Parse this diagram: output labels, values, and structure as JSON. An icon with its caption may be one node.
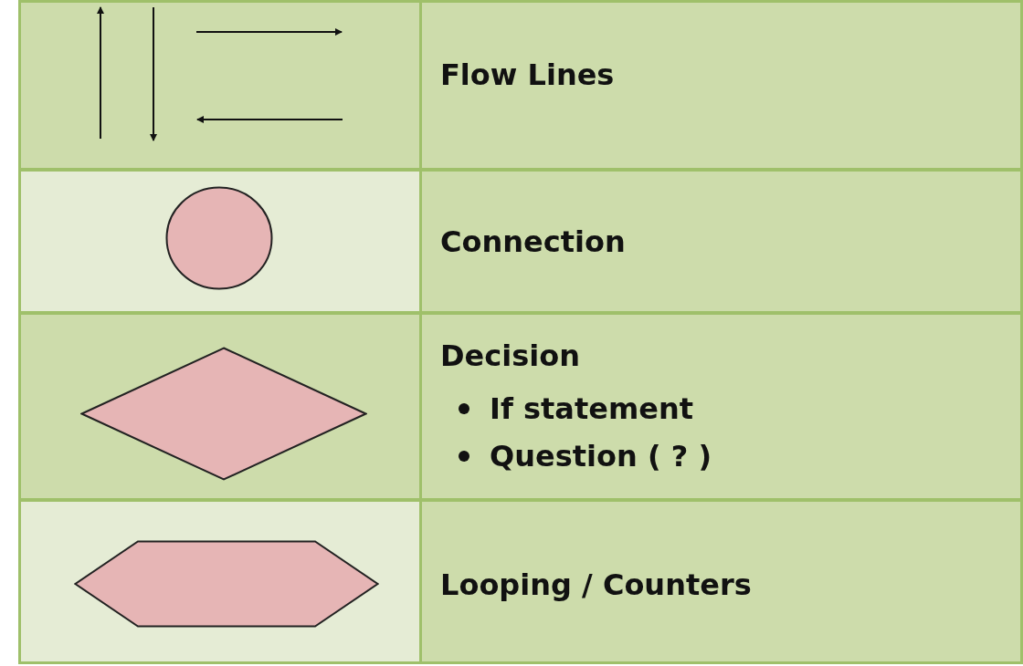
{
  "diagram": {
    "nodes": [
      {
        "text": [],
        "shape": "circle"
      },
      {
        "text": [],
        "shape": "diamond"
      },
      {
        "text": [],
        "shape": "hexagon"
      }
    ],
    "labels": [
      "Flow Lines",
      "Connection",
      "Decision",
      "If statement",
      "Question ( ? )",
      "Looping / Counters"
    ]
  }
}
